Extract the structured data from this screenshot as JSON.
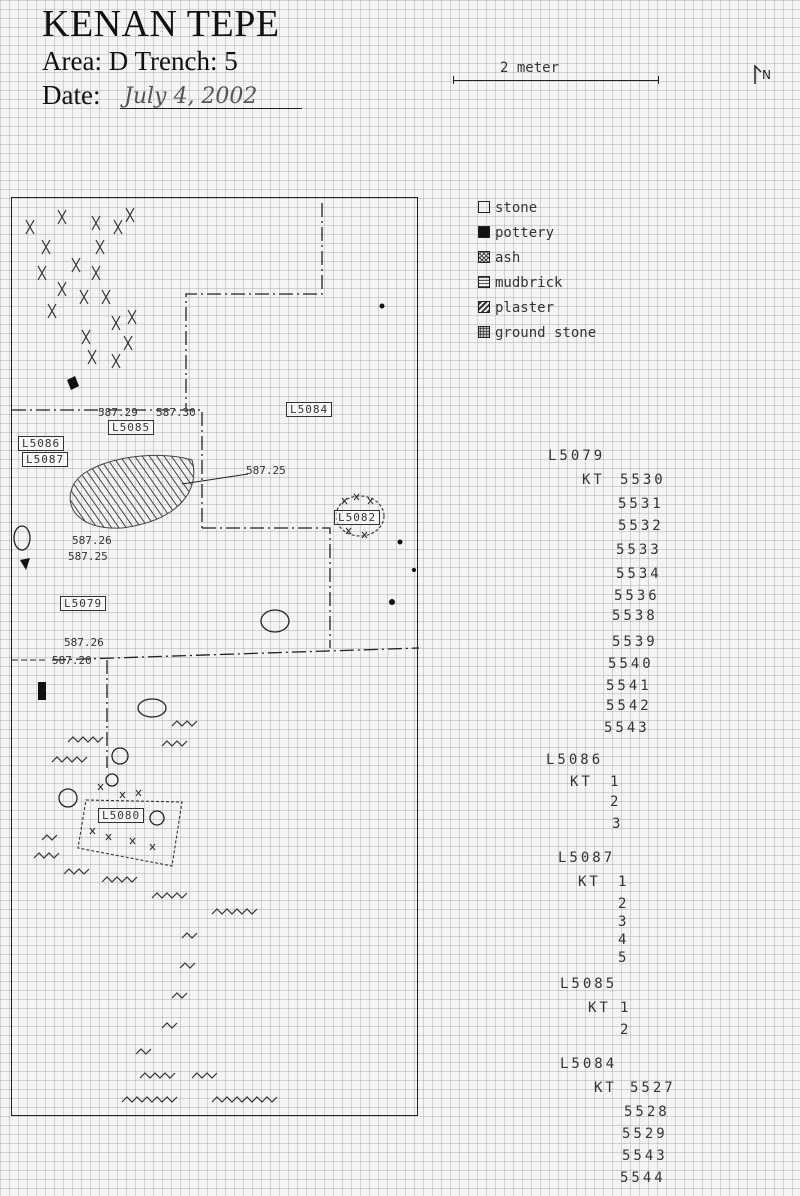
{
  "header": {
    "site": "KENAN TEPE",
    "area_line": "Area: D Trench: 5",
    "date_label": "Date:",
    "date_value": "July 4, 2002",
    "scale": "2 meter",
    "north": "N"
  },
  "legend": [
    {
      "label": "stone",
      "symbol": "stone"
    },
    {
      "label": "pottery",
      "symbol": "pottery"
    },
    {
      "label": "ash",
      "symbol": "ash"
    },
    {
      "label": "mudbrick",
      "symbol": "mudbrick"
    },
    {
      "label": "plaster",
      "symbol": "plaster"
    },
    {
      "label": "ground stone",
      "symbol": "ground-stone"
    }
  ],
  "plan_labels": {
    "l5084": "L5084",
    "l5085": "L5085",
    "l5086": "L5086",
    "l5087": "L5087",
    "l5082": "L5082",
    "l5079": "L5079",
    "l5080": "L5080",
    "e1": "587.29",
    "e2": "587.30",
    "e3": "587.25",
    "e4": "587.26",
    "e5": "587.25",
    "e6": "587.26",
    "e7": "587.20"
  },
  "lot_lists": [
    {
      "locus": "L5079",
      "kt": "KT",
      "items": [
        "5530",
        "5531",
        "5532",
        "5533",
        "5534",
        "5536",
        "5538",
        "5539",
        "5540",
        "5541",
        "5542",
        "5543"
      ]
    },
    {
      "locus": "L5086",
      "kt": "KT",
      "items": [
        "1",
        "2",
        "3"
      ]
    },
    {
      "locus": "L5087",
      "kt": "KT",
      "items": [
        "1",
        "2",
        "3",
        "4",
        "5"
      ]
    },
    {
      "locus": "L5085",
      "kt": "KT",
      "items": [
        "1",
        "2"
      ]
    },
    {
      "locus": "L5084",
      "kt": "KT",
      "items": [
        "5527",
        "5528",
        "5529",
        "5543",
        "5544"
      ]
    }
  ]
}
